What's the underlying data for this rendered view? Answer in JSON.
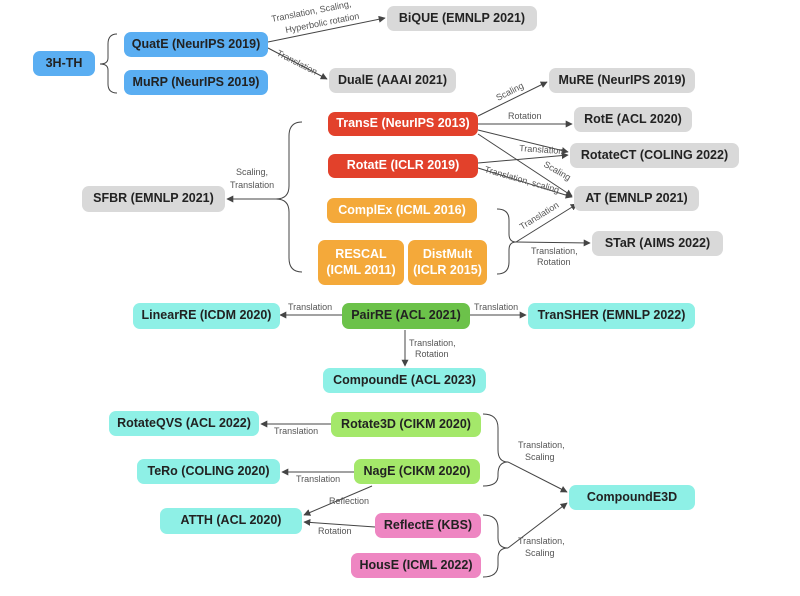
{
  "colors": {
    "blue": "#5aaef2",
    "gray": "#d9d9d9",
    "red": "#e2412b",
    "orange": "#f4a93a",
    "green": "#6cc24a",
    "lime": "#a4e86a",
    "cyan": "#8ef0e6",
    "pink": "#ee86c2",
    "line": "#444444"
  },
  "nodes": {
    "n3hth": "3H-TH",
    "quate": "QuatE (NeurIPS 2019)",
    "murp": "MuRP (NeurIPS 2019)",
    "bique": "BiQUE (EMNLP 2021)",
    "duale": "DualE (AAAI 2021)",
    "mure": "MuRE (NeurIPS 2019)",
    "transe": "TransE (NeurIPS 2013)",
    "rote": "RotE (ACL 2020)",
    "rotate": "RotatE (ICLR 2019)",
    "rotatect": "RotateCT (COLING 2022)",
    "sfbr": "SFBR (EMNLP 2021)",
    "complex": "ComplEx (ICML 2016)",
    "at": "AT (EMNLP 2021)",
    "rescal_1": "RESCAL",
    "rescal_2": "(ICML 2011)",
    "distmult_1": "DistMult",
    "distmult_2": "(ICLR 2015)",
    "star": "STaR (AIMS 2022)",
    "linearre": "LinearRE (ICDM 2020)",
    "paire": "PairRE (ACL 2021)",
    "transher": "TranSHER (EMNLP 2022)",
    "compounde": "CompoundE (ACL 2023)",
    "rotateqvs": "RotateQVS (ACL 2022)",
    "rotate3d": "Rotate3D (CIKM 2020)",
    "tero": "TeRo (COLING 2020)",
    "nage": "NagE (CIKM 2020)",
    "compounde3d": "CompoundE3D",
    "atth": "ATTH (ACL 2020)",
    "reflecte": "ReflectE (KBS)",
    "house": "HousE (ICML 2022)"
  },
  "edge_labels": {
    "bique_1": "Translation, Scaling,",
    "bique_2": "Hyperbolic rotation",
    "duale": "Translation",
    "mure": "Scaling",
    "rote": "Rotation",
    "rotatect_translation": "Translation",
    "rotatect_scaling": "Scaling",
    "at_rotate": "Translation, scaling",
    "sfbr_1": "Scaling,",
    "sfbr_2": "Translation",
    "at_group": "Translation",
    "star_1": "Translation,",
    "star_2": "Rotation",
    "linearre": "Translation",
    "transher": "Translation",
    "compounde_1": "Translation,",
    "compounde_2": "Rotation",
    "rotateqvs": "Translation",
    "tero": "Translation",
    "atth_reflection": "Reflection",
    "atth_rotation": "Rotation",
    "c3d_top_1": "Translation,",
    "c3d_top_2": "Scaling",
    "c3d_bot_1": "Translation,",
    "c3d_bot_2": "Scaling"
  }
}
